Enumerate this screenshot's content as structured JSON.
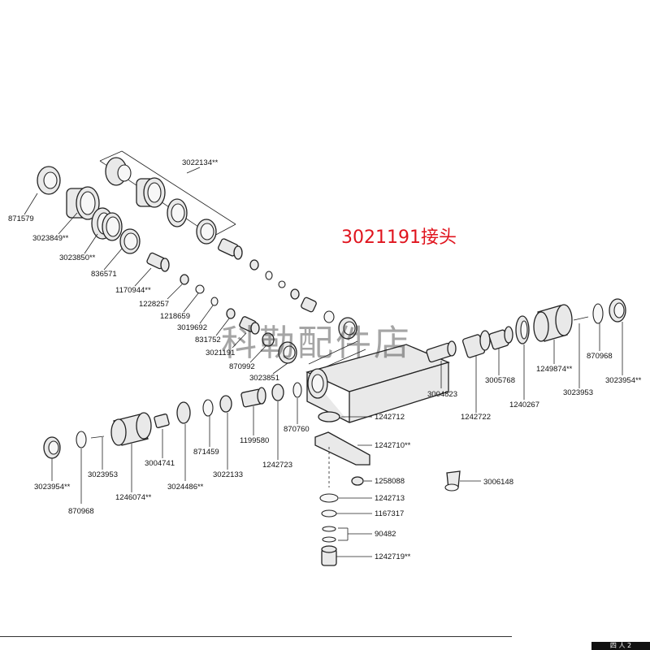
{
  "highlight_text": "3021191接头",
  "watermark": "科勒配件店",
  "corner_text": "四 人 2",
  "part_labels": [
    "871579",
    "3023849**",
    "3023850**",
    "836571",
    "1170944**",
    "1228257",
    "1218659",
    "3019692",
    "831752",
    "3021191",
    "870992",
    "3023851",
    "3022134**",
    "3004823",
    "3005768",
    "1240267",
    "1249874**",
    "3023953",
    "870968",
    "3023954**",
    "1242722",
    "1242712",
    "1242710**",
    "1258088",
    "1242713",
    "1167317",
    "90482",
    "1242719**",
    "3006148",
    "870760",
    "1242723",
    "1199580",
    "3022133",
    "871459",
    "3024486**",
    "3004741",
    "1246074**",
    "3023953",
    "870968",
    "3023954**"
  ]
}
